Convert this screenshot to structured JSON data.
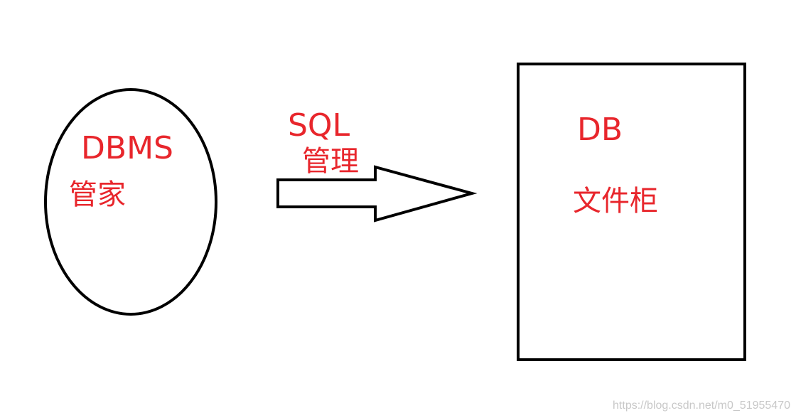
{
  "dbms": {
    "title": "DBMS",
    "subtitle": "管家"
  },
  "arrow": {
    "line1": "SQL",
    "line2": "管理"
  },
  "db": {
    "title": "DB",
    "subtitle": "文件柜"
  },
  "watermark": "https://blog.csdn.net/m0_51955470",
  "colors": {
    "label": "#e8262c",
    "stroke": "#000000"
  }
}
